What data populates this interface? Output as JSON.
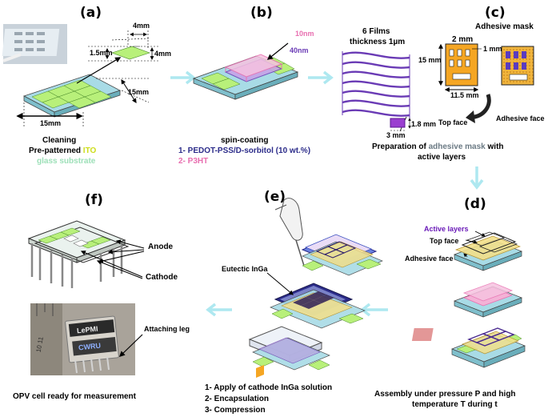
{
  "panels": {
    "a": "(a)",
    "b": "(b)",
    "c": "(c)",
    "d": "(d)",
    "e": "(e)",
    "f": "(f)"
  },
  "a": {
    "dims": {
      "w4_top": "4mm",
      "h1_5": "1.5mm",
      "w4_side": "4mm",
      "d15_right": "15mm",
      "w15_bottom": "15mm"
    },
    "caption": {
      "line1": "Cleaning",
      "line2_prefix": "Pre-patterned ",
      "line2_ito": "ITO",
      "line3": "glass substrate"
    }
  },
  "b": {
    "dims": {
      "d10": "10nm",
      "d40": "40nm"
    },
    "caption": {
      "title": "spin-coating",
      "item1": "1- PEDOT-PSS/D-sorbitol  (10 wt.%)",
      "item2": "2- P3HT"
    }
  },
  "films": {
    "title1": "6 Films",
    "title2": "thickness 1µm",
    "w3": "3 mm",
    "h1_8": "1.8 mm"
  },
  "c": {
    "title": "Adhesive mask",
    "dims": {
      "d2": "2 mm",
      "d1": "1 mm",
      "d15": "15 mm",
      "d11_5": "11.5 mm"
    },
    "top_face": "Top face",
    "adhesive_face": "Adhesive face",
    "caption": {
      "line1_prefix": "Preparation of ",
      "line1_hl": "adhesive mask",
      "line1_suffix": " with",
      "line2": "active layers"
    }
  },
  "d": {
    "labels": {
      "active_layers": "Active layers",
      "top_face": "Top face",
      "adhesive_face": "Adhesive face"
    },
    "caption": {
      "line1": "Assembly under pressure P and high",
      "line2": "temperature T during t"
    }
  },
  "e": {
    "label": "Eutectic InGa",
    "caption": {
      "item1": "1- Apply of cathode  InGa solution",
      "item2": "2- Encapsulation",
      "item3": "3- Compression"
    }
  },
  "f": {
    "anode": "Anode",
    "cathode": "Cathode",
    "attaching_leg": "Attaching leg",
    "photo_text": {
      "lepmi": "LePMI",
      "cwru": "CWRU",
      "ruler": "10 11"
    },
    "caption": "OPV cell ready for measurement"
  },
  "colors": {
    "ito_green": "#b8f07a",
    "glass_blue": "#a8dbe6",
    "purple": "#6a3bb5",
    "pink": "#e86fb0",
    "navy": "#2c2c8a",
    "orange": "#f5a623",
    "arrow_cyan": "#aee8f0",
    "dark_blue": "#3a4fbf"
  }
}
